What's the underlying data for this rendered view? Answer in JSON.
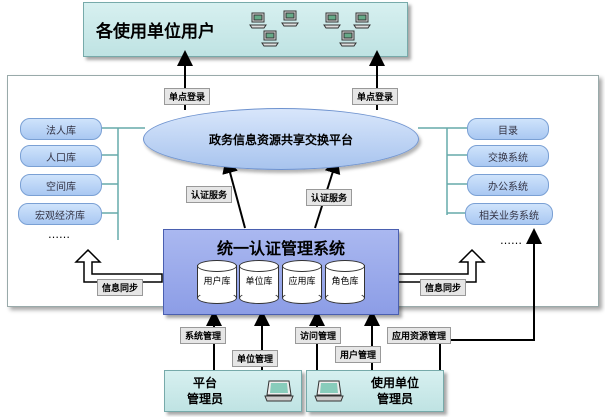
{
  "top_box": {
    "title": "各使用单位用户"
  },
  "sso_labels": [
    "单点登录",
    "单点登录"
  ],
  "platform": {
    "title": "政务信息资源共享交换平台"
  },
  "auth_service_labels": [
    "认证服务",
    "认证服务"
  ],
  "left_pills": [
    "法人库",
    "人口库",
    "空间库",
    "宏观经济库"
  ],
  "right_pills": [
    "目录",
    "交换系统",
    "办公系统",
    "相关业务系统"
  ],
  "ellipsis": "……",
  "auth_system": {
    "title": "统一认证管理系统",
    "databases": [
      "用户库",
      "单位库",
      "应用库",
      "角色库"
    ]
  },
  "sync_labels": [
    "信息同步",
    "信息同步"
  ],
  "management_labels": {
    "system": "系统管理",
    "unit": "单位管理",
    "access": "访问管理",
    "user": "用户管理",
    "app_resource": "应用资源管理"
  },
  "admins": {
    "platform": [
      "平台",
      "管理员"
    ],
    "unit": [
      "使用单位",
      "管理员"
    ]
  }
}
